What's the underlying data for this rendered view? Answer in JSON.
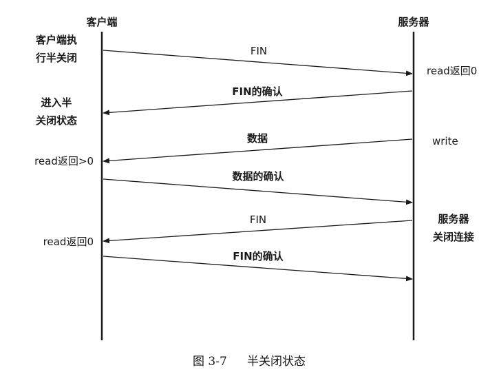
{
  "client": {
    "title": "客户端",
    "events": [
      {
        "lines": [
          "客户端执",
          "行半关闭"
        ]
      },
      {
        "lines": [
          "进入半",
          "关闭状态"
        ]
      },
      {
        "lines": [
          "read返回>0"
        ]
      },
      {
        "lines": [
          "read返回0"
        ]
      }
    ]
  },
  "server": {
    "title": "服务器",
    "events": [
      {
        "lines": [
          "read返回0"
        ]
      },
      {
        "lines": [
          "write"
        ]
      },
      {
        "lines": [
          "服务器",
          "关闭连接"
        ]
      }
    ]
  },
  "messages": [
    {
      "label": "FIN",
      "direction": "client-to-server"
    },
    {
      "label": "FIN的确认",
      "direction": "server-to-client"
    },
    {
      "label": "数据",
      "direction": "server-to-client"
    },
    {
      "label": "数据的确认",
      "direction": "client-to-server"
    },
    {
      "label": "FIN",
      "direction": "server-to-client"
    },
    {
      "label": "FIN的确认",
      "direction": "client-to-server"
    }
  ],
  "caption": {
    "number": "图 3-7",
    "title": "半关闭状态"
  },
  "colors": {
    "line": "#1a1a1a",
    "text": "#1a1a1a",
    "background": "#ffffff"
  }
}
